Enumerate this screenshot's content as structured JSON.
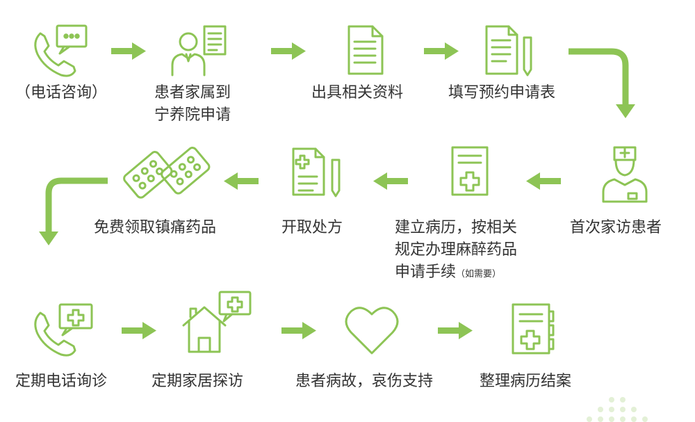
{
  "colors": {
    "accent": "#8dc455",
    "text": "#333333",
    "dots": "#e3f0d6"
  },
  "steps": [
    {
      "icon": "phone-chat-icon",
      "lines": [
        "（电话咨询）"
      ]
    },
    {
      "icon": "person-document-icon",
      "lines": [
        "患者家属到",
        "宁养院申请"
      ]
    },
    {
      "icon": "document-icon",
      "lines": [
        "出具相关资料"
      ]
    },
    {
      "icon": "form-pen-icon",
      "lines": [
        "填写预约申请表"
      ]
    },
    {
      "icon": "doctor-icon",
      "lines": [
        "首次家访患者"
      ]
    },
    {
      "icon": "medical-record-icon",
      "lines": [
        "建立病历，按相关",
        "规定办理麻醉药品"
      ],
      "last_line": "申请手续",
      "last_note": "（如需要）"
    },
    {
      "icon": "prescription-icon",
      "lines": [
        "开取处方"
      ]
    },
    {
      "icon": "pills-icon",
      "lines": [
        "免费领取镇痛药品"
      ]
    },
    {
      "icon": "phone-medical-icon",
      "lines": [
        "定期电话询诊"
      ]
    },
    {
      "icon": "house-medical-icon",
      "lines": [
        "定期家居探访"
      ]
    },
    {
      "icon": "heart-icon",
      "lines": [
        "患者病故，哀伤支持"
      ]
    },
    {
      "icon": "file-folder-icon",
      "lines": [
        "整理病历结案"
      ]
    }
  ]
}
